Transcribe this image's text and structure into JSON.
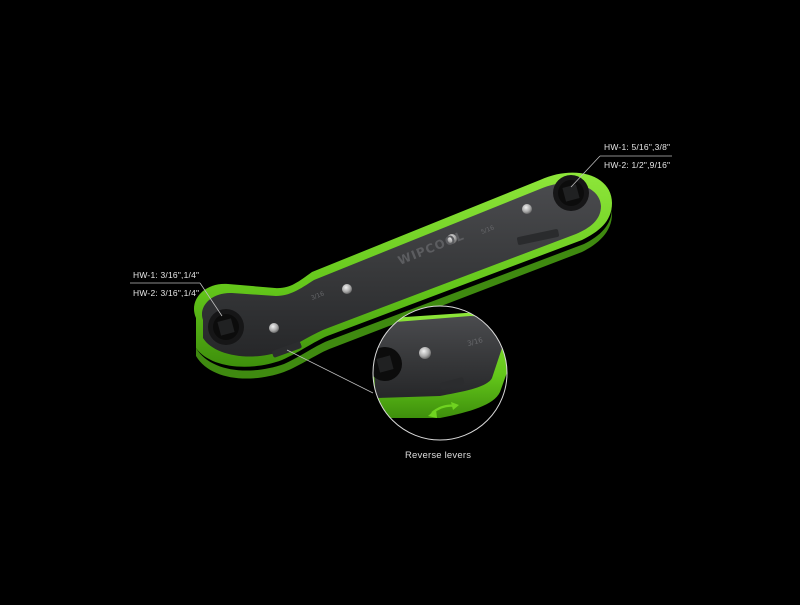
{
  "product": {
    "brand": "WIPCOOL",
    "accent_color": "#6fd320",
    "body_color": "#3a3b3d",
    "background_color": "#000000"
  },
  "callouts": {
    "right_end": {
      "line1": "HW-1: 5/16\",3/8\"",
      "line2": "HW-2: 1/2\",9/16\""
    },
    "left_end": {
      "line1": "HW-1: 3/16\",1/4\"",
      "line2": "HW-2: 3/16\",1/4\""
    },
    "detail": {
      "caption": "Reverse levers"
    }
  },
  "icons": {
    "detail_arrow": "double-arrow-icon",
    "rivet": "rivet-icon",
    "socket": "square-socket-icon"
  }
}
